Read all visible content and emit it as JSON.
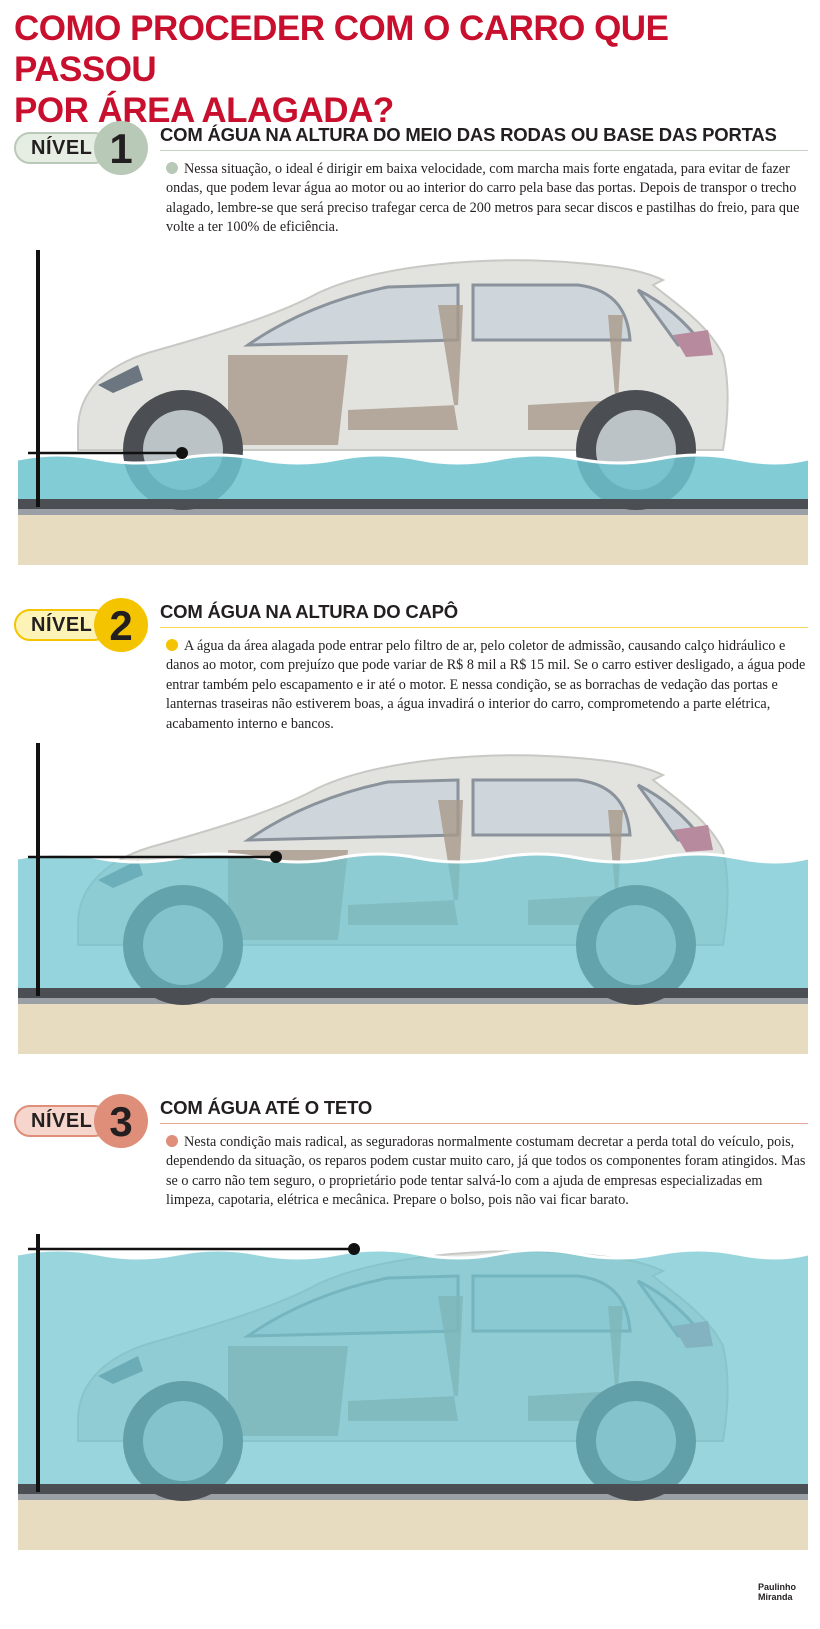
{
  "page": {
    "title_line1": "COMO PROCEDER COM O CARRO QUE PASSOU",
    "title_line2": "POR ÁREA ALAGADA?",
    "credit_line1": "Paulinho",
    "credit_line2": "Miranda"
  },
  "levels": [
    {
      "badge_label": "NÍVEL",
      "number": "1",
      "heading": "COM ÁGUA NA ALTURA DO MEIO DAS RODAS OU BASE DAS PORTAS",
      "body": "Nessa situação, o ideal é dirigir em baixa velocidade, com marcha mais forte engatada, para evitar de fazer ondas, que podem levar água ao motor ou ao interior do carro pela base das portas. Depois de transpor o trecho alagado, lembre-se que será preciso trafegar cerca de 200 metros para secar discos e pastilhas do freio, para que volte a ter 100% de eficiência.",
      "color": "#b9c9b8",
      "pill_bg": "#e6eee3"
    },
    {
      "badge_label": "NÍVEL",
      "number": "2",
      "heading": "COM ÁGUA NA ALTURA DO CAPÔ",
      "body": "A água da área alagada pode entrar pelo filtro de ar, pelo coletor de admissão, causando calço hidráulico e danos ao motor, com prejuízo que pode variar de R$ 8 mil a R$ 15 mil. Se o carro estiver desligado, a água pode entrar também pelo escapamento e ir até o motor. E nessa condição, se as borrachas de vedação das portas e lanternas traseiras não estiverem boas, a água invadirá o interior do carro, comprometendo a parte elétrica, acabamento interno e bancos.",
      "color": "#f5c400",
      "pill_bg": "#fdf3b6"
    },
    {
      "badge_label": "NÍVEL",
      "number": "3",
      "heading": "COM ÁGUA ATÉ O TETO",
      "body": "Nesta condição mais radical, as seguradoras normalmente costumam decretar a perda total do veículo, pois, dependendo da situação, os reparos podem custar muito caro, já que todos os componentes foram atingidos. Mas se o carro não tem seguro, o proprietário pode tentar salvá-lo com a ajuda de empresas especializadas em limpeza, capotaria, elétrica e mecânica. Prepare o bolso, pois não vai ficar barato.",
      "color": "#df8e7a",
      "pill_bg": "#f6d6cc"
    }
  ],
  "colors": {
    "title": "#c8102e",
    "water": "#6cc3cf",
    "road": "#4b4f53",
    "sand": "#e8dcc0",
    "car_body": "#e2e2de"
  }
}
